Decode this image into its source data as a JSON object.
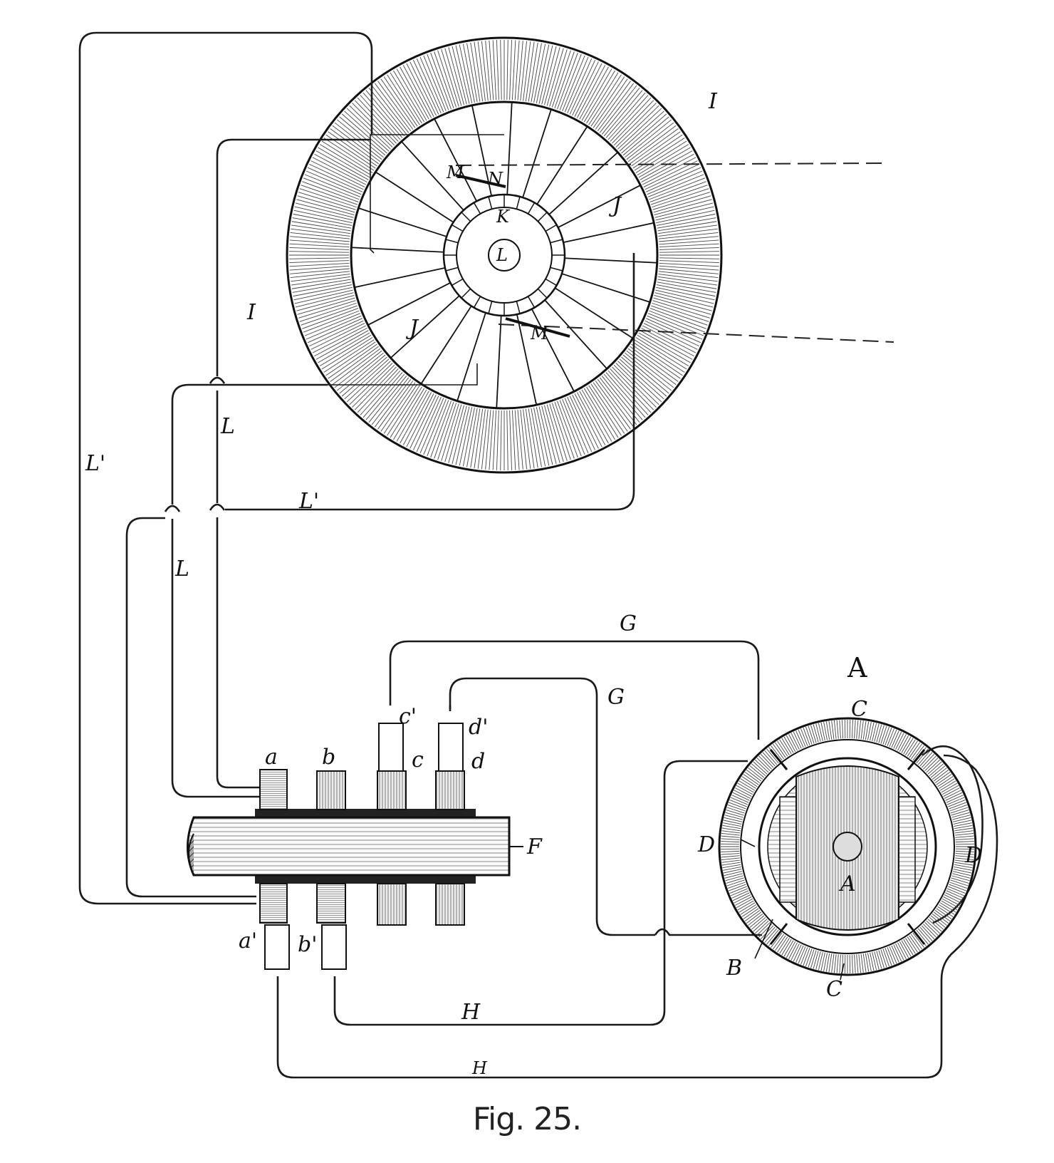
{
  "figure": {
    "caption": "Fig. 25.",
    "labels": {
      "ring_top": "I",
      "ring_left": "I",
      "spoke_upper": "J",
      "spoke_lower": "J",
      "hub": "K",
      "axle": "L",
      "brush_upper_left": "M",
      "brush_upper_right": "N",
      "brush_lower": "M",
      "wire_L_upper": "L",
      "wire_L_lower": "L",
      "wire_L_prime_left": "L'",
      "wire_L_prime_mid": "L'",
      "ring_a": "a",
      "ring_b": "b",
      "ring_c": "c",
      "ring_d": "d",
      "brush_a_prime": "a'",
      "brush_b_prime": "b'",
      "brush_c_prime": "c'",
      "brush_d_prime": "d'",
      "shaft": "F",
      "wire_G_top": "G",
      "wire_G_mid": "G",
      "wire_H_mid": "H",
      "wire_H_bottom": "H",
      "motor": "A",
      "coil_C_top": "C",
      "coil_C_bottom": "C",
      "coil_D_left": "D",
      "coil_D_right": "D",
      "pole_B": "B",
      "armature": "A"
    }
  }
}
